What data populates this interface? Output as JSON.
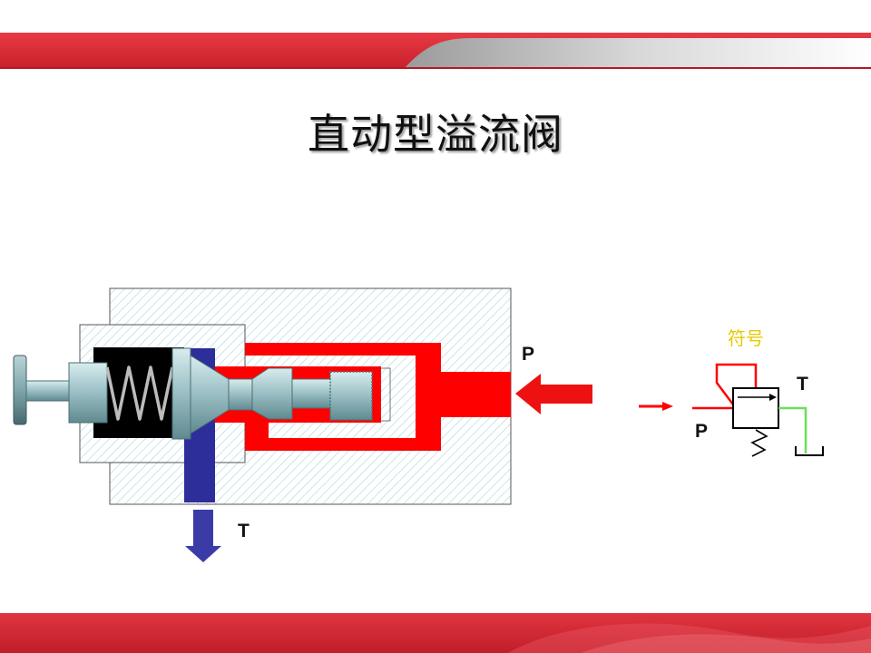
{
  "slide": {
    "title": "直动型溢流阀"
  },
  "valve_section": {
    "port_p_label": "P",
    "port_t_label": "T"
  },
  "symbol": {
    "caption": "符号",
    "port_p_label": "P",
    "port_t_label": "T"
  },
  "colors": {
    "banner_red": "#d62a35",
    "pressure_oil": "#ff0000",
    "return_oil": "#2e2e9a",
    "spool_metal": "#9fc3c8",
    "hatch_line": "#a9d6dc",
    "spring_chamber": "#000000",
    "drain_line": "#66e05a",
    "caption": "#e8c800"
  }
}
